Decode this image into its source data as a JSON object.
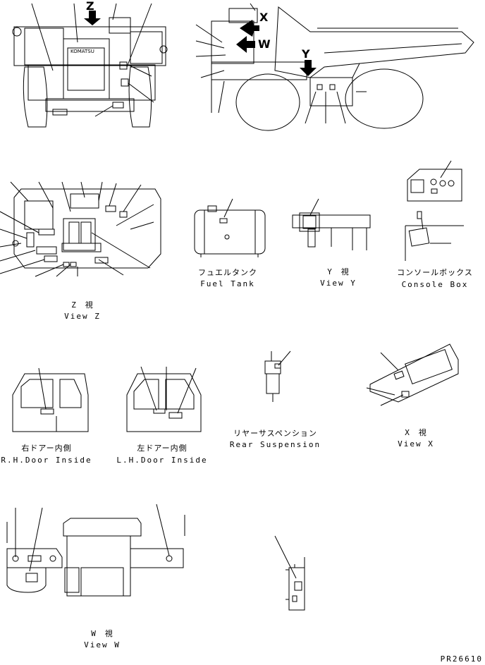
{
  "diagram": {
    "views": {
      "top_left": {
        "arrow_letter": "Z",
        "brand_text": "KOMATSU"
      },
      "top_right": {
        "arrow_letters": [
          "X",
          "W",
          "Y"
        ]
      }
    },
    "captions": {
      "view_z_jp": "Z　視",
      "view_z_en": "View Z",
      "fuel_tank_jp": "フュエルタンク",
      "fuel_tank_en": "Fuel Tank",
      "view_y_jp": "Y　視",
      "view_y_en": "View Y",
      "console_box_jp": "コンソールボックス",
      "console_box_en": "Console Box",
      "rh_door_jp": "右ドアー内側",
      "rh_door_en": "R.H.Door Inside",
      "lh_door_jp": "左ドアー内側",
      "lh_door_en": "L.H.Door Inside",
      "rear_suspension_jp": "リヤーサスペンション",
      "rear_suspension_en": "Rear Suspension",
      "view_x_jp": "X　視",
      "view_x_en": "View X",
      "view_w_jp": "W　視",
      "view_w_en": "View W"
    },
    "drawing_number": "PR26610"
  }
}
